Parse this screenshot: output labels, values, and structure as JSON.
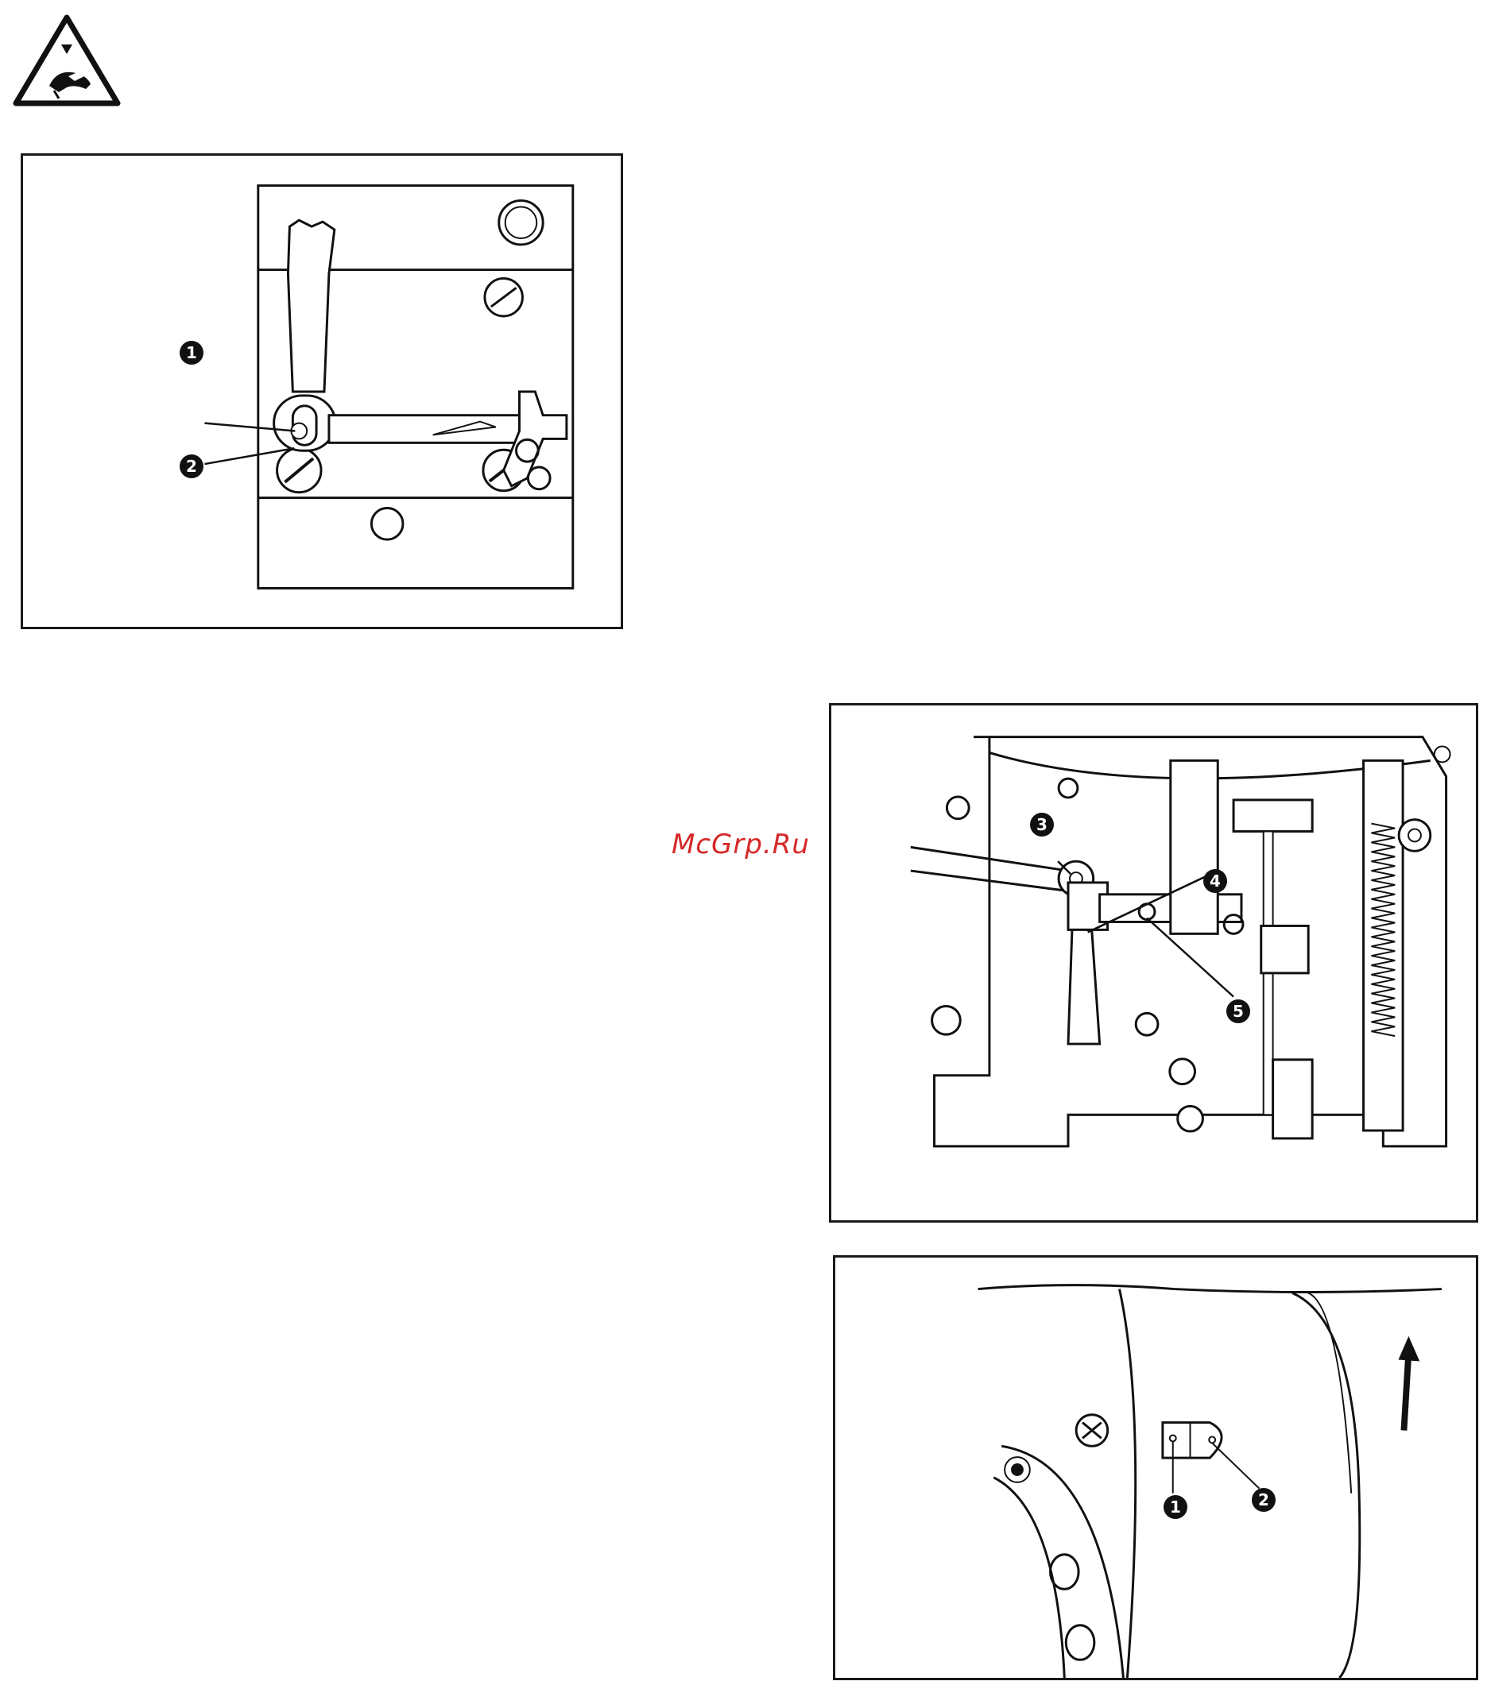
{
  "warning_icon": {
    "icon": "hand-pinch-warning-icon"
  },
  "watermark": {
    "text": "McGrp.Ru"
  },
  "figure_1": {
    "callouts": [
      "1",
      "2"
    ]
  },
  "figure_2": {
    "callouts": [
      "3",
      "4",
      "5"
    ]
  },
  "figure_3": {
    "callouts": [
      "1",
      "2"
    ],
    "arrow": "rotation-arrow-icon"
  }
}
